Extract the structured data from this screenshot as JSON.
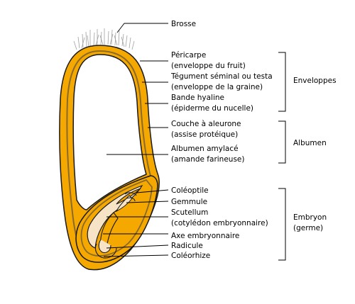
{
  "colors": {
    "orange": "#f5a800",
    "outline": "#1a1a1a",
    "brown_layer": "#8a6a2e",
    "cream": "#f7e3c6",
    "white": "#ffffff"
  },
  "labels": {
    "brosse": "Brosse",
    "pericarpe_1": "Péricarpe",
    "pericarpe_2": "(enveloppe du fruit)",
    "tegument_1": "Tégument séminal ou testa",
    "tegument_2": "(enveloppe de la graine)",
    "bande_1": "Bande hyaline",
    "bande_2": "(épiderme du nucelle)",
    "aleurone_1": "Couche à aleurone",
    "aleurone_2": "(assise protéique)",
    "amylace_1": "Albumen amylacé",
    "amylace_2": "(amande farineuse)",
    "coleoptile": "Coléoptile",
    "gemmule": "Gemmule",
    "scutellum_1": "Scutellum",
    "scutellum_2": "(cotylédon embryonnaire)",
    "axe": "Axe embryonnaire",
    "radicule": "Radicule",
    "coleorhize": "Coléorhize"
  },
  "groups": {
    "enveloppes": "Enveloppes",
    "albumen": "Albumen",
    "embryon_1": "Embryon",
    "embryon_2": "(germe)"
  }
}
